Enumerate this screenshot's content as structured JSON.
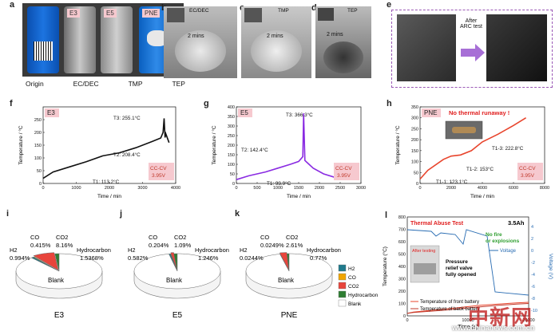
{
  "panels": {
    "a": {
      "label": "a",
      "tags": [
        "E3",
        "E5",
        "PNE"
      ],
      "captions": [
        "Origin",
        "EC/DEC",
        "TMP",
        "TEP"
      ]
    },
    "b": {
      "label": "b",
      "title": "EC/DEC",
      "time": "2 mins"
    },
    "c": {
      "label": "c",
      "title": "TMP",
      "time": "2 mins"
    },
    "d": {
      "label": "d",
      "title": "TEP",
      "time": "2 mins"
    },
    "e": {
      "label": "e",
      "arrow_text": "After ARC test"
    },
    "f": {
      "label": "f",
      "tag": "E3",
      "xlabel": "Time / min",
      "ylabel": "Temperature / °C",
      "annotations": [
        "T3: 255.1°C",
        "T2: 208.4°C",
        "T1: 113.2°C"
      ],
      "mode": "CC-CV",
      "voltage": "3.95V"
    },
    "g": {
      "label": "g",
      "tag": "E5",
      "xlabel": "Time / min",
      "ylabel": "Temperature / °C",
      "annotations": [
        "T3: 366.3°C",
        "T2: 142.4°C",
        "T1: 93.9°C"
      ],
      "mode": "CC-CV",
      "voltage": "3.95V"
    },
    "h": {
      "label": "h",
      "tag": "PNE",
      "headline": "No thermal runaway !",
      "xlabel": "Time / min",
      "ylabel": "Temperature / °C",
      "annotations": [
        "T1-3: 222.8°C",
        "T1-2: 153°C",
        "T1-1: 123.1°C"
      ],
      "mode": "CC-CV",
      "voltage": "3.95V"
    },
    "i": {
      "label": "i",
      "name": "E3",
      "center": "Blank",
      "labels": {
        "h2": "H2",
        "h2_val": "0.994%",
        "co": "CO",
        "co_val": "0.415%",
        "co2": "CO2",
        "co2_val": "8.16%",
        "hc": "Hydrocarbon",
        "hc_val": "1.5368%"
      }
    },
    "j": {
      "label": "j",
      "name": "E5",
      "center": "Blank",
      "labels": {
        "h2": "H2",
        "h2_val": "0.582%",
        "co": "CO",
        "co_val": "0.204%",
        "co2": "CO2",
        "co2_val": "1.09%",
        "hc": "Hydrocarbon",
        "hc_val": "1.246%"
      }
    },
    "k": {
      "label": "k",
      "name": "PNE",
      "center": "Blank",
      "labels": {
        "h2": "H2",
        "h2_val": "0.0244%",
        "co": "CO",
        "co_val": "0.0249%",
        "co2": "CO2",
        "co2_val": "2.61%",
        "hc": "Hydrocarbon",
        "hc_val": "0.77%"
      },
      "legend": [
        "H2",
        "CO",
        "CO2",
        "Hydrocarbon",
        "Blank"
      ]
    },
    "l": {
      "label": "l",
      "title": "Thermal Abuse Test",
      "capacity": "3.5Ah",
      "no_fire": "No fire or explosions",
      "voltage_legend": "Voltage",
      "after_testing": "After testing",
      "relief": "Pressure relief valve fully opened",
      "legend1": "Temperature of front battery",
      "legend2": "Temperature of back battery",
      "xlabel": "Time (s)",
      "ylabel": "Temperature (°C)",
      "y2label": "Voltage (V)"
    }
  },
  "watermark": {
    "chinese": "中新网",
    "url": "www.chinanews.com.cn"
  },
  "colors": {
    "pink": "#f6c9cf",
    "black_line": "#111111",
    "purple_line": "#8a2be2",
    "red_line": "#e8452d",
    "h2": "#1f7a8c",
    "co": "#f0a500",
    "co2": "#e8453c",
    "hydrocarbon": "#2e7d32"
  },
  "chart_data": [
    {
      "type": "line",
      "panel": "f",
      "title": "E3",
      "xlabel": "Time / min",
      "ylabel": "Temperature / °C",
      "xlim": [
        0,
        4000
      ],
      "ylim": [
        0,
        300
      ],
      "x_ticks": [
        0,
        1000,
        2000,
        3000,
        4000
      ],
      "y_ticks": [
        0,
        50,
        100,
        150,
        200,
        250
      ],
      "series": [
        {
          "x": [
            0,
            300,
            800,
            1300,
            1800,
            2300,
            2800,
            3300,
            3550,
            3620,
            3650,
            3680,
            3700,
            3800
          ],
          "y": [
            20,
            45,
            65,
            85,
            108,
            120,
            140,
            165,
            178,
            200,
            255,
            180,
            195,
            160
          ]
        }
      ]
    },
    {
      "type": "line",
      "panel": "g",
      "title": "E5",
      "xlabel": "Time / min",
      "ylabel": "Temperature / °C",
      "xlim": [
        0,
        3000
      ],
      "ylim": [
        0,
        400
      ],
      "x_ticks": [
        0,
        500,
        1000,
        1500,
        2000,
        2500,
        3000
      ],
      "y_ticks": [
        0,
        50,
        100,
        150,
        200,
        250,
        300,
        350,
        400
      ],
      "series": [
        {
          "x": [
            0,
            300,
            700,
            1000,
            1300,
            1500,
            1600,
            1620,
            1650,
            1700,
            1850,
            2100,
            2400
          ],
          "y": [
            20,
            40,
            60,
            80,
            100,
            115,
            140,
            366,
            120,
            110,
            80,
            50,
            30
          ]
        }
      ]
    },
    {
      "type": "line",
      "panel": "h",
      "title": "PNE",
      "xlabel": "Time / min",
      "ylabel": "Temperature / °C",
      "xlim": [
        0,
        8000
      ],
      "ylim": [
        0,
        350
      ],
      "x_ticks": [
        0,
        2000,
        4000,
        6000,
        8000
      ],
      "y_ticks": [
        0,
        50,
        100,
        150,
        200,
        250,
        300,
        350
      ],
      "series": [
        {
          "x": [
            0,
            500,
            1500,
            2000,
            2600,
            3300,
            4000,
            5000,
            6000,
            6800
          ],
          "y": [
            20,
            60,
            110,
            125,
            130,
            150,
            190,
            225,
            265,
            300
          ]
        }
      ]
    },
    {
      "type": "pie",
      "panel": "i",
      "title": "E3",
      "labels": [
        "H2",
        "CO",
        "CO2",
        "Hydrocarbon",
        "Blank"
      ],
      "values": [
        0.994,
        0.415,
        8.16,
        1.5368,
        88.8942
      ]
    },
    {
      "type": "pie",
      "panel": "j",
      "title": "E5",
      "labels": [
        "H2",
        "CO",
        "CO2",
        "Hydrocarbon",
        "Blank"
      ],
      "values": [
        0.582,
        0.204,
        1.09,
        1.246,
        96.878
      ]
    },
    {
      "type": "pie",
      "panel": "k",
      "title": "PNE",
      "labels": [
        "H2",
        "CO",
        "CO2",
        "Hydrocarbon",
        "Blank"
      ],
      "values": [
        0.0244,
        0.0249,
        2.61,
        0.77,
        96.5707
      ]
    },
    {
      "type": "line",
      "panel": "l",
      "title": "Thermal Abuse Test",
      "xlabel": "Time (s)",
      "ylabel": "Temperature (°C)",
      "xlim": [
        0,
        20000
      ],
      "ylim": [
        0,
        800
      ],
      "x_ticks": [
        0,
        10000,
        20000
      ],
      "y_ticks": [
        0,
        100,
        200,
        300,
        400,
        500,
        600,
        700,
        800
      ],
      "series": [
        {
          "name": "Temperature of front battery",
          "x": [
            0,
            1000,
            3000,
            6000,
            9000,
            12000,
            15000,
            18000,
            20000
          ],
          "y": [
            20,
            30,
            40,
            55,
            70,
            85,
            95,
            105,
            110
          ]
        },
        {
          "name": "Temperature of back battery",
          "x": [
            0,
            1000,
            3000,
            6000,
            9000,
            12000,
            15000,
            18000,
            20000
          ],
          "y": [
            20,
            28,
            35,
            45,
            60,
            72,
            85,
            95,
            100
          ]
        }
      ]
    }
  ]
}
